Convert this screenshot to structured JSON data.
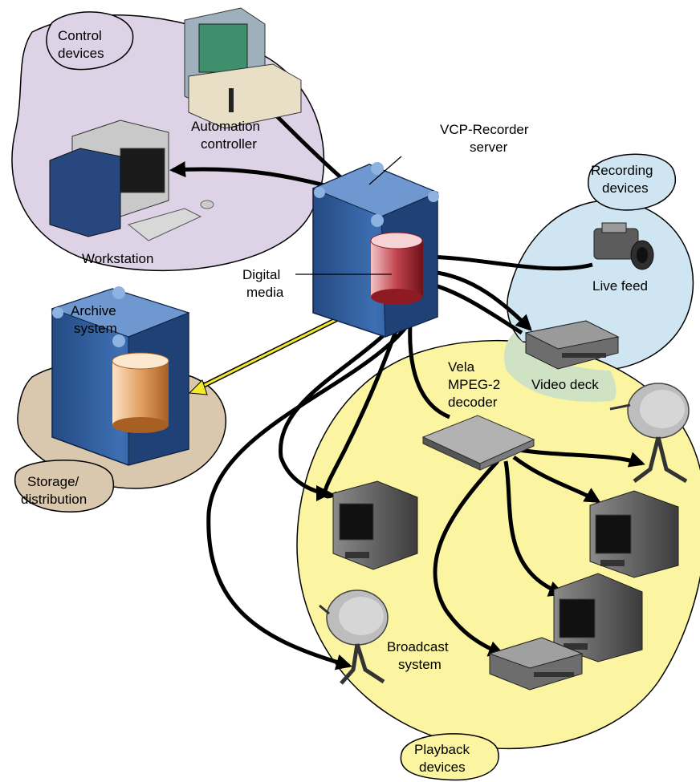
{
  "regions": {
    "control": {
      "line1": "Control",
      "line2": "devices",
      "color": "#ddd2e6"
    },
    "recording": {
      "line1": "Recording",
      "line2": "devices",
      "color": "#cfe6f2"
    },
    "storage": {
      "line1": "Storage/",
      "line2": "distribution",
      "color": "#d9c8ae"
    },
    "playback": {
      "line1": "Playback",
      "line2": "devices",
      "color": "#fbf4a0"
    }
  },
  "labels": {
    "automation_1": "Automation",
    "automation_2": "controller",
    "workstation": "Workstation",
    "server_1": "VCP-Recorder",
    "server_2": "server",
    "digital_1": "Digital",
    "digital_2": "media",
    "archive_1": "Archive",
    "archive_2": "system",
    "live_feed": "Live feed",
    "video_deck": "Video deck",
    "decoder_1": "Vela",
    "decoder_2": "MPEG-2",
    "decoder_3": "decoder",
    "broadcast_1": "Broadcast",
    "broadcast_2": "system"
  },
  "icons": {
    "server": "server-cabinet-icon",
    "archive": "archive-cabinet-icon",
    "monitor": "crt-monitor-icon",
    "dish": "satellite-dish-icon",
    "camera": "video-camera-icon",
    "deck": "video-deck-icon"
  },
  "colors": {
    "cabinet": "#2e5b9a",
    "disk_red": "#b5303a",
    "disk_orange": "#e0a266",
    "archive_link": "#f5ea2a",
    "wires": "#000000"
  }
}
